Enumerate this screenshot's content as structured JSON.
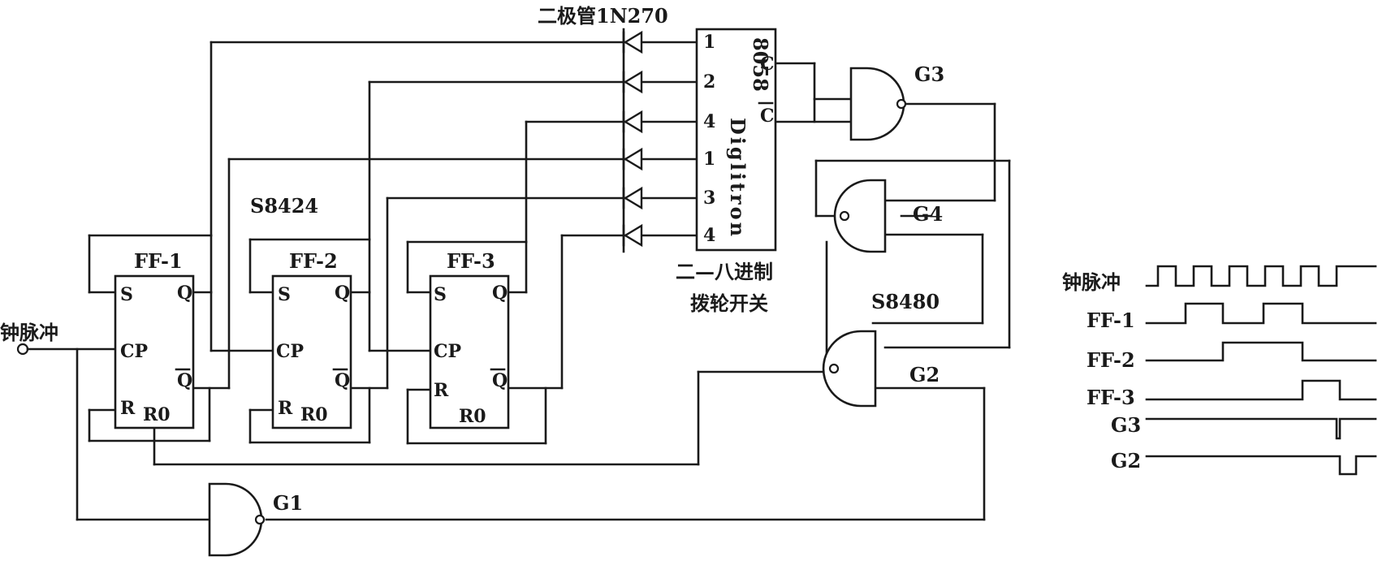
{
  "labels": {
    "diode": "二极管1N270",
    "counter_ic": "S8424",
    "gate_ic": "S8480",
    "switch_line1": "二—八进制",
    "switch_line2": "拨轮开关",
    "clock_input": "钟脉冲"
  },
  "flip_flops": [
    {
      "name": "FF-1",
      "pins": {
        "s": "S",
        "q": "Q",
        "cp": "CP",
        "qbar": "Q",
        "r": "R",
        "r0": "R0"
      }
    },
    {
      "name": "FF-2",
      "pins": {
        "s": "S",
        "q": "Q",
        "cp": "CP",
        "qbar": "Q",
        "r": "R",
        "r0": "R0"
      }
    },
    {
      "name": "FF-3",
      "pins": {
        "s": "S",
        "q": "Q",
        "cp": "CP",
        "qbar": "Q",
        "r": "R",
        "r0": "R0"
      }
    }
  ],
  "switch": {
    "part": "8058",
    "brand": "Diglitron",
    "pins_left": [
      "1",
      "2",
      "4",
      "1",
      "3",
      "4"
    ],
    "pin_c": "C",
    "pin_cbar": "C"
  },
  "gates": {
    "g1": "G1",
    "g2": "G2",
    "g3": "G3",
    "g4": "G4"
  },
  "timing": {
    "signals": [
      "钟脉冲",
      "FF-1",
      "FF-2",
      "FF-3",
      "G3",
      "G2"
    ]
  }
}
